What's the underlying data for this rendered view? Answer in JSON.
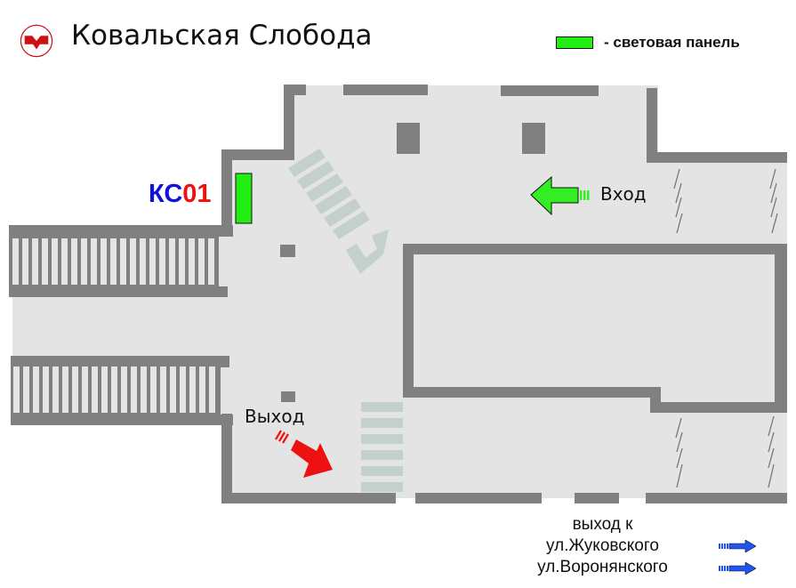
{
  "header": {
    "station_name": "Ковальская Слобода",
    "logo_icon": "minsk-metro-logo-icon",
    "logo_color": "#cc1111"
  },
  "legend": {
    "swatch_color": "#22ee11",
    "label": "- световая панель"
  },
  "map": {
    "floor_color": "#e4e4e4",
    "wall_color": "#808080",
    "stair_color": "#c4d0cc",
    "panel": {
      "code_prefix": "КС",
      "code_number": "01",
      "code_prefix_color": "#1111dd",
      "code_number_color": "#ee1111",
      "panel_color": "#22ee11"
    },
    "entrance": {
      "label": "Вход",
      "arrow_color": "#33ee22",
      "arrow_direction": "left"
    },
    "exit": {
      "label": "Выход",
      "arrow_color": "#ee1111",
      "arrow_direction": "down-right"
    }
  },
  "exit_info": {
    "line1": "выход к",
    "streets": [
      {
        "name": "ул.Жуковского",
        "arrow_icon": "blue-arrow-right-icon"
      },
      {
        "name": "ул.Воронянского",
        "arrow_icon": "blue-arrow-right-icon"
      }
    ],
    "arrow_color": "#2255ee"
  }
}
